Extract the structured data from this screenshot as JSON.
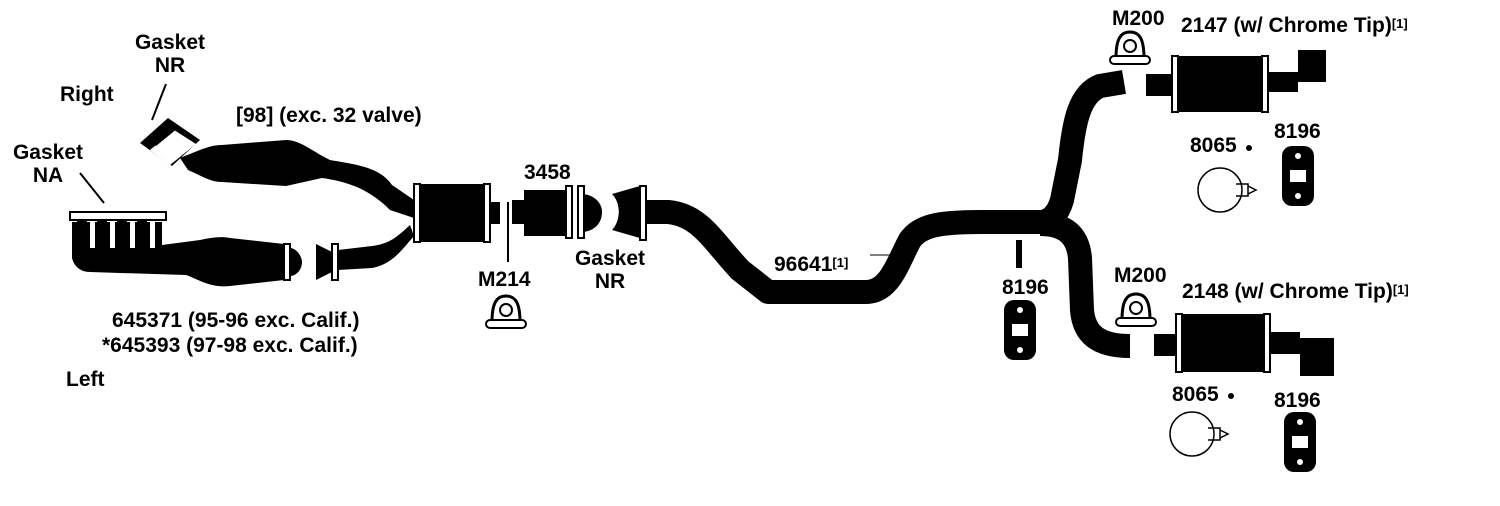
{
  "diagram": {
    "labels": {
      "gasket_nr_top_line1": "Gasket",
      "gasket_nr_top_line2": "NR",
      "right": "Right",
      "gasket_na_line1": "Gasket",
      "gasket_na_line2": "NA",
      "left_cat_note": "[98] (exc. 32 valve)",
      "pipe_3458": "3458",
      "m214": "M214",
      "gasket_nr_mid_line1": "Gasket",
      "gasket_nr_mid_line2": "NR",
      "part_645371": "645371 (95-96 exc. Calif.)",
      "part_645393": "*645393 (97-98 exc. Calif.)",
      "left": "Left",
      "pipe_96641": "96641",
      "pipe_96641_ref": "[1]",
      "hanger_8196_mid": "8196",
      "m200_upper": "M200",
      "muffler_2147": "2147 (w/ Chrome Tip)",
      "muffler_2147_ref": "[1]",
      "clamp_8065_upper": "8065",
      "hanger_8196_upper": "8196",
      "m200_lower": "M200",
      "muffler_2148": "2148 (w/ Chrome Tip)",
      "muffler_2148_ref": "[1]",
      "clamp_8065_lower": "8065",
      "hanger_8196_lower": "8196"
    },
    "colors": {
      "ink": "#000000",
      "paper": "#ffffff"
    }
  }
}
